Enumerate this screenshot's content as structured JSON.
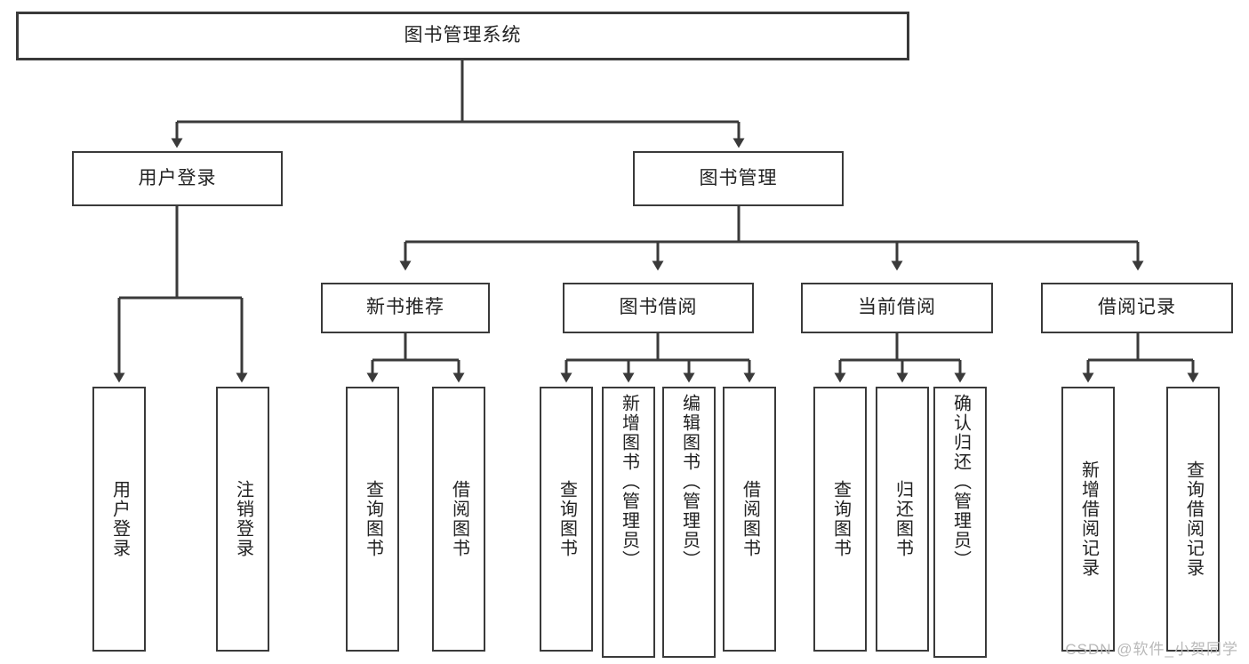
{
  "diagram": {
    "type": "tree-hierarchy",
    "title": "图书管理系统",
    "root": {
      "label": "图书管理系统"
    },
    "level2": [
      {
        "id": "user-login",
        "label": "用户登录"
      },
      {
        "id": "book-management",
        "label": "图书管理"
      }
    ],
    "level3": [
      {
        "id": "new-book-recommend",
        "label": "新书推荐",
        "parent": "book-management"
      },
      {
        "id": "book-borrow",
        "label": "图书借阅",
        "parent": "book-management"
      },
      {
        "id": "current-borrow",
        "label": "当前借阅",
        "parent": "book-management"
      },
      {
        "id": "borrow-record",
        "label": "借阅记录",
        "parent": "book-management"
      }
    ],
    "leaves": [
      {
        "id": "leaf-user-login",
        "label": "用户登录",
        "parent": "user-login"
      },
      {
        "id": "leaf-logout",
        "label": "注销登录",
        "parent": "user-login"
      },
      {
        "id": "leaf-query-book-1",
        "label": "查询图书",
        "parent": "new-book-recommend"
      },
      {
        "id": "leaf-borrow-book-1",
        "label": "借阅图书",
        "parent": "new-book-recommend"
      },
      {
        "id": "leaf-query-book-2",
        "label": "查询图书",
        "parent": "book-borrow"
      },
      {
        "id": "leaf-add-book",
        "label": "新增图书（管理员）",
        "parent": "book-borrow"
      },
      {
        "id": "leaf-edit-book",
        "label": "编辑图书（管理员）",
        "parent": "book-borrow"
      },
      {
        "id": "leaf-borrow-book-2",
        "label": "借阅图书",
        "parent": "book-borrow"
      },
      {
        "id": "leaf-query-book-3",
        "label": "查询图书",
        "parent": "current-borrow"
      },
      {
        "id": "leaf-return-book",
        "label": "归还图书",
        "parent": "current-borrow"
      },
      {
        "id": "leaf-confirm-return",
        "label": "确认归还（管理员）",
        "parent": "current-borrow"
      },
      {
        "id": "leaf-add-record",
        "label": "新增借阅记录",
        "parent": "borrow-record"
      },
      {
        "id": "leaf-query-record",
        "label": "查询借阅记录",
        "parent": "borrow-record"
      }
    ],
    "colors": {
      "box_border": "#3a3a3a",
      "box_fill": "#ffffff",
      "connector": "#3a3a3a",
      "text": "#222222",
      "watermark": "#b9b9b9",
      "background": "#ffffff"
    }
  },
  "watermark": {
    "text": "CSDN @软件_小贺同学"
  }
}
